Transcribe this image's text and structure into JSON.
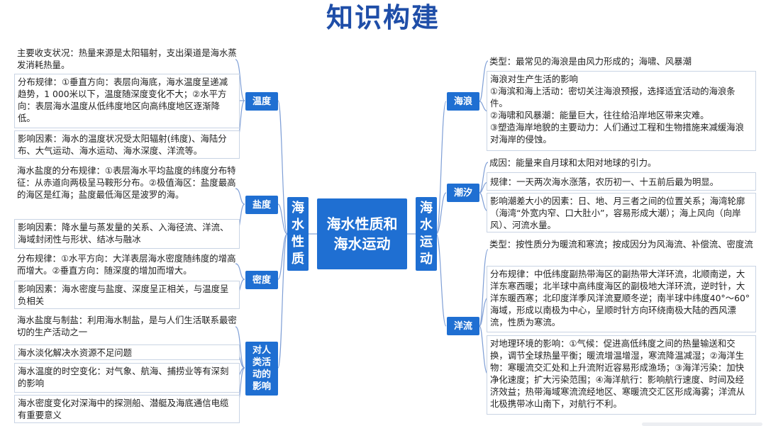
{
  "title": "知识构建",
  "center": {
    "label": "海水性质和海水运动"
  },
  "left_main": {
    "label": "海水性质"
  },
  "right_main": {
    "label": "海水运动"
  },
  "left": {
    "temperature": {
      "label": "温度",
      "items": [
        "主要收支状况：热量来源是太阳辐射，支出渠道是海水蒸发消耗热量。",
        "分布规律：①垂直方向：表层向海底，海水温度呈递减趋势，1 000米以下，温度随深度变化不大；②水平方向：表层海水温度从低纬度地区向高纬度地区逐渐降低。",
        "影响因素：海水的温度状况受太阳辐射(纬度)、海陆分布、大气运动、海水运动、海水深度、洋流等。"
      ]
    },
    "salinity": {
      "label": "盐度",
      "items": [
        "海水盐度的分布规律：①表层海水平均盐度的纬度分布特征：从赤道向两极呈马鞍形分布。②极值海区：盐度最高的海区是红海；盐度最低海区是波罗的海。",
        "影响因素：降水量与蒸发量的关系、入海径流、洋流、海域封闭性与形状、结冰与融冰"
      ]
    },
    "density": {
      "label": "密度",
      "items": [
        "分布规律：①水平方向：大洋表层海水密度随纬度的增高而增大。②垂直方向：随深度的增加而增大。",
        "影响因素：海水密度与盐度、深度呈正相关，与温度呈负相关"
      ]
    },
    "impact": {
      "label": "对人类活动的影响",
      "items": [
        "海水盐度与制盐：利用海水制盐，是与人们生活联系最密切的生产活动之一",
        "海水淡化解决水资源不足问题",
        "海水温度的时空变化：对气象、航海、捕捞业等有深刻的影响",
        "海水密度变化对深海中的探测船、潜艇及海底通信电缆有重要意义"
      ]
    }
  },
  "right": {
    "waves": {
      "label": "海浪",
      "items": [
        "类型：最常见的海浪是由风力形成的；海啸、风暴潮",
        "海浪对生产生活的影响\n①海滨和海上活动：密切关注海浪预报，选择适宜活动的海浪条件。\n②海啸和风暴潮：能量巨大，往往给沿岸地区带来灾难。\n③塑造海岸地貌的主要动力：人们通过工程和生物措施来减缓海浪对海岸的侵蚀。"
      ]
    },
    "tides": {
      "label": "潮汐",
      "items": [
        "成因：能量来自月球和太阳对地球的引力。",
        "规律：一天两次海水涨落，农历初一、十五前后最为明显。",
        "影响潮差大小的因素：日、地、月三者之间的位置关系；海湾轮廓（海湾“外宽内窄、口大肚小”，容易形成大潮）；海上风向（向岸风）、河流水量。"
      ]
    },
    "currents": {
      "label": "洋流",
      "items": [
        "类型：按性质分为暖流和寒流；按成因分为风海流、补偿流、密度流",
        "分布规律：中低纬度副热带海区的副热带大洋环流，北顺南逆，大洋东寒西暖；北半球中高纬度海区的副极地大洋环流，逆时针，大洋东暖西寒；北印度洋季风洋流夏顺冬逆；南半球中纬度40°～60°海域，形成以南极为中心，呈顺时针方向环绕南极大陆的西风漂流，性质为寒流。",
        "对地理环境的影响：①气候：促进高低纬度之间的热量输送和交换，调节全球热量平衡；暖流增温增湿，寒流降温减湿；②海洋生物：寒暖流交汇处和上升流附近容易形成渔场；③海洋污染：加快净化速度；扩大污染范围；④海洋航行：影响航行速度、时间及经济效益；热带海域寒流流经地区、寒暖流交汇区形成海雾；洋流从北极携带冰山南下，对航行不利。"
      ]
    }
  },
  "colors": {
    "node": "#1f6fd2",
    "title": "#1f4ea8",
    "line": "#7f9fd6",
    "leaf_border": "#c9d4e4"
  }
}
